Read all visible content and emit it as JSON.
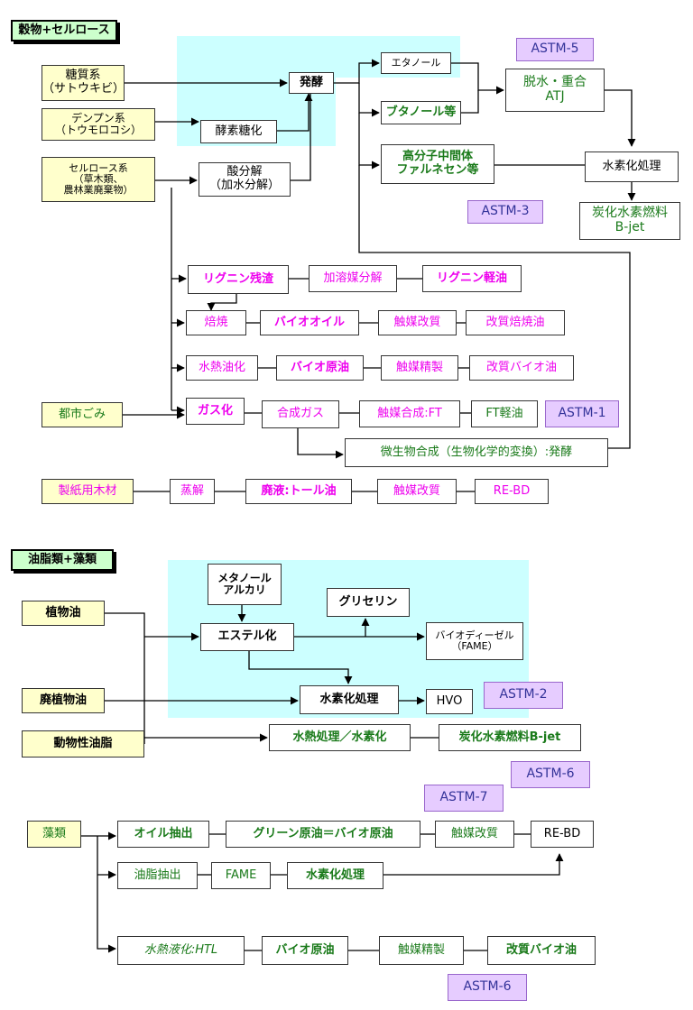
{
  "section1": {
    "header": "穀物+セルロース",
    "sources": {
      "sugar": "糖質系\n（サトウキビ）",
      "starch": "デンプン系\n（トウモロコシ）",
      "cellulose": "セルロース系\n（草木類、\n農林業廃棄物）",
      "municipal": "都市ごみ",
      "paperwood": "製紙用木材"
    },
    "process": {
      "ferment": "発酵",
      "enzyme": "酵素糖化",
      "acid": "酸分解\n（加水分解）",
      "ethanol": "エタノール",
      "butanol": "ブタノール等",
      "polymer": "高分子中間体\nファルネセン等",
      "dehydrate": "脱水・重合\nATJ",
      "hydro": "水素化処理",
      "bjet": "炭化水素燃料\nB-jet",
      "lignin_res": "リグニン残渣",
      "solv": "加溶媒分解",
      "lignin_oil": "リグニン軽油",
      "roast": "焙焼",
      "biooil": "バイオオイル",
      "cat_mod1": "触媒改質",
      "mod_roast": "改質焙焼油",
      "hydrothermal": "水熱油化",
      "biocrude1": "バイオ原油",
      "cat_ref1": "触媒精製",
      "mod_biooil1": "改質バイオ油",
      "gasify": "ガス化",
      "syngas": "合成ガス",
      "cat_syn": "触媒合成:FT",
      "ft": "FT軽油",
      "microbe": "微生物合成（生物化学的変換）:発酵",
      "steam": "蒸解",
      "liquor": "廃液:トール油",
      "cat_mod2": "触媒改質",
      "rebd1": "RE-BD"
    },
    "astm": {
      "astm5": "ASTM-5",
      "astm3": "ASTM-3",
      "astm1": "ASTM-1"
    }
  },
  "section2": {
    "header": "油脂類+藻類",
    "sources": {
      "veg": "植物油",
      "waste": "廃植物油",
      "animal": "動物性油脂",
      "algae": "藻類"
    },
    "process": {
      "methanol": "メタノール\nアルカリ",
      "glycerin": "グリセリン",
      "ester": "エステル化",
      "biodiesel": "バイオディーゼル\n（FAME）",
      "hydro2": "水素化処理",
      "hvo": "HVO",
      "hydrothermal2": "水熱処理／水素化",
      "bjet2": "炭化水素燃料B-jet",
      "oilext": "オイル抽出",
      "green": "グリーン原油＝バイオ原油",
      "cat_mod3": "触媒改質",
      "rebd2": "RE-BD",
      "lipidext": "油脂抽出",
      "fame": "FAME",
      "hydro3": "水素化処理",
      "htl": "水熱液化:HTL",
      "biocrude2": "バイオ原油",
      "cat_ref2": "触媒精製",
      "mod_biooil2": "改質バイオ油"
    },
    "astm": {
      "astm2": "ASTM-2",
      "astm6a": "ASTM-6",
      "astm7": "ASTM-7",
      "astm6b": "ASTM-6"
    }
  }
}
